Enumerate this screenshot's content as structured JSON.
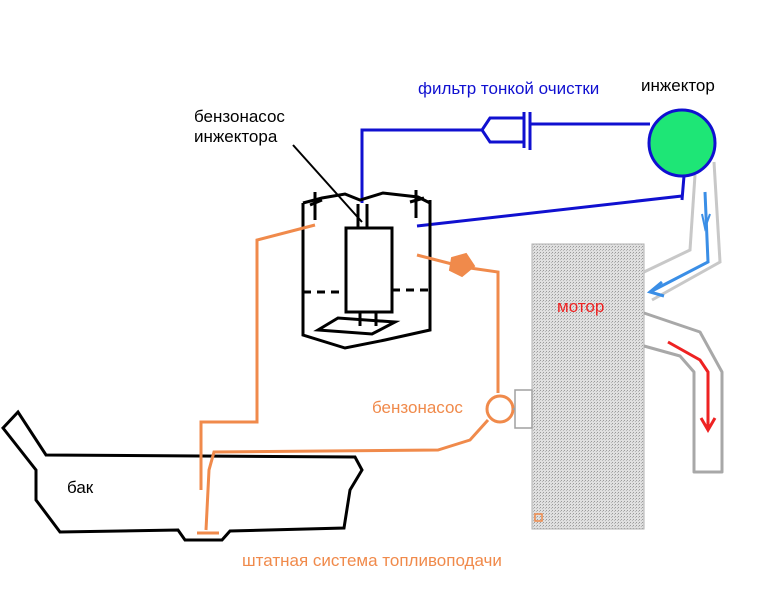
{
  "labels": {
    "fuel_pump_injector_line1": "бензонасос",
    "fuel_pump_injector_line2": "инжектора",
    "fine_filter": "фильтр тонкой очистки",
    "injector": "инжектор",
    "motor": "мотор",
    "fuel_pump": "бензонасос",
    "tank": "бак",
    "standard_system": "штатная система топливоподачи"
  },
  "colors": {
    "blue_line": "#1010d0",
    "orange_line": "#f08a4b",
    "black": "#000000",
    "injector_fill": "#1ee676",
    "motor_fill": "#d4d4d4",
    "motor_stroke": "#a0a0a0",
    "flow_arrow_blue": "#3a8ee6",
    "flow_arrow_red": "#ee2222",
    "gray_pipe": "#a8a8a8"
  }
}
